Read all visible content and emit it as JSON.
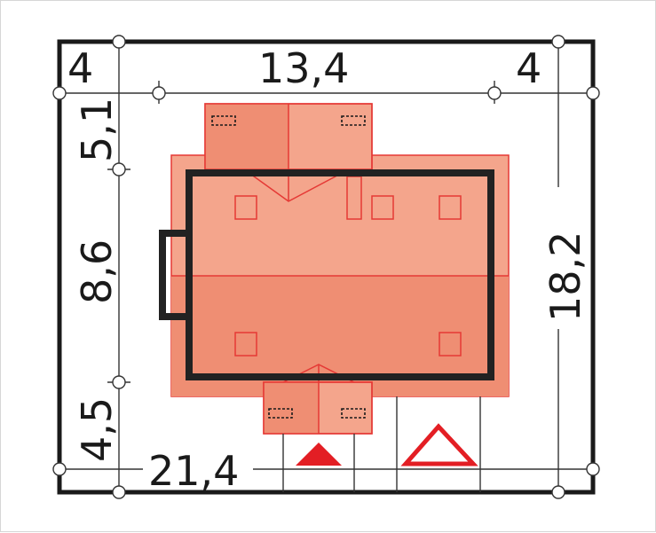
{
  "plot": {
    "dimensions": {
      "top_left": "4",
      "top_center": "13,4",
      "top_right": "4",
      "left_top": "5,1",
      "left_middle": "8,6",
      "left_bottom": "4,5",
      "right": "18,2",
      "bottom": "21,4"
    },
    "colors": {
      "roof_light": "#f4a58c",
      "roof_dark": "#ef8e73",
      "roof_outline": "#e53935",
      "house_outline": "#222222",
      "lines": "#333333",
      "entry_arrow": "#e31e24"
    },
    "icons": [
      "entrance-arrow-icon",
      "gate-triangle-icon"
    ]
  }
}
